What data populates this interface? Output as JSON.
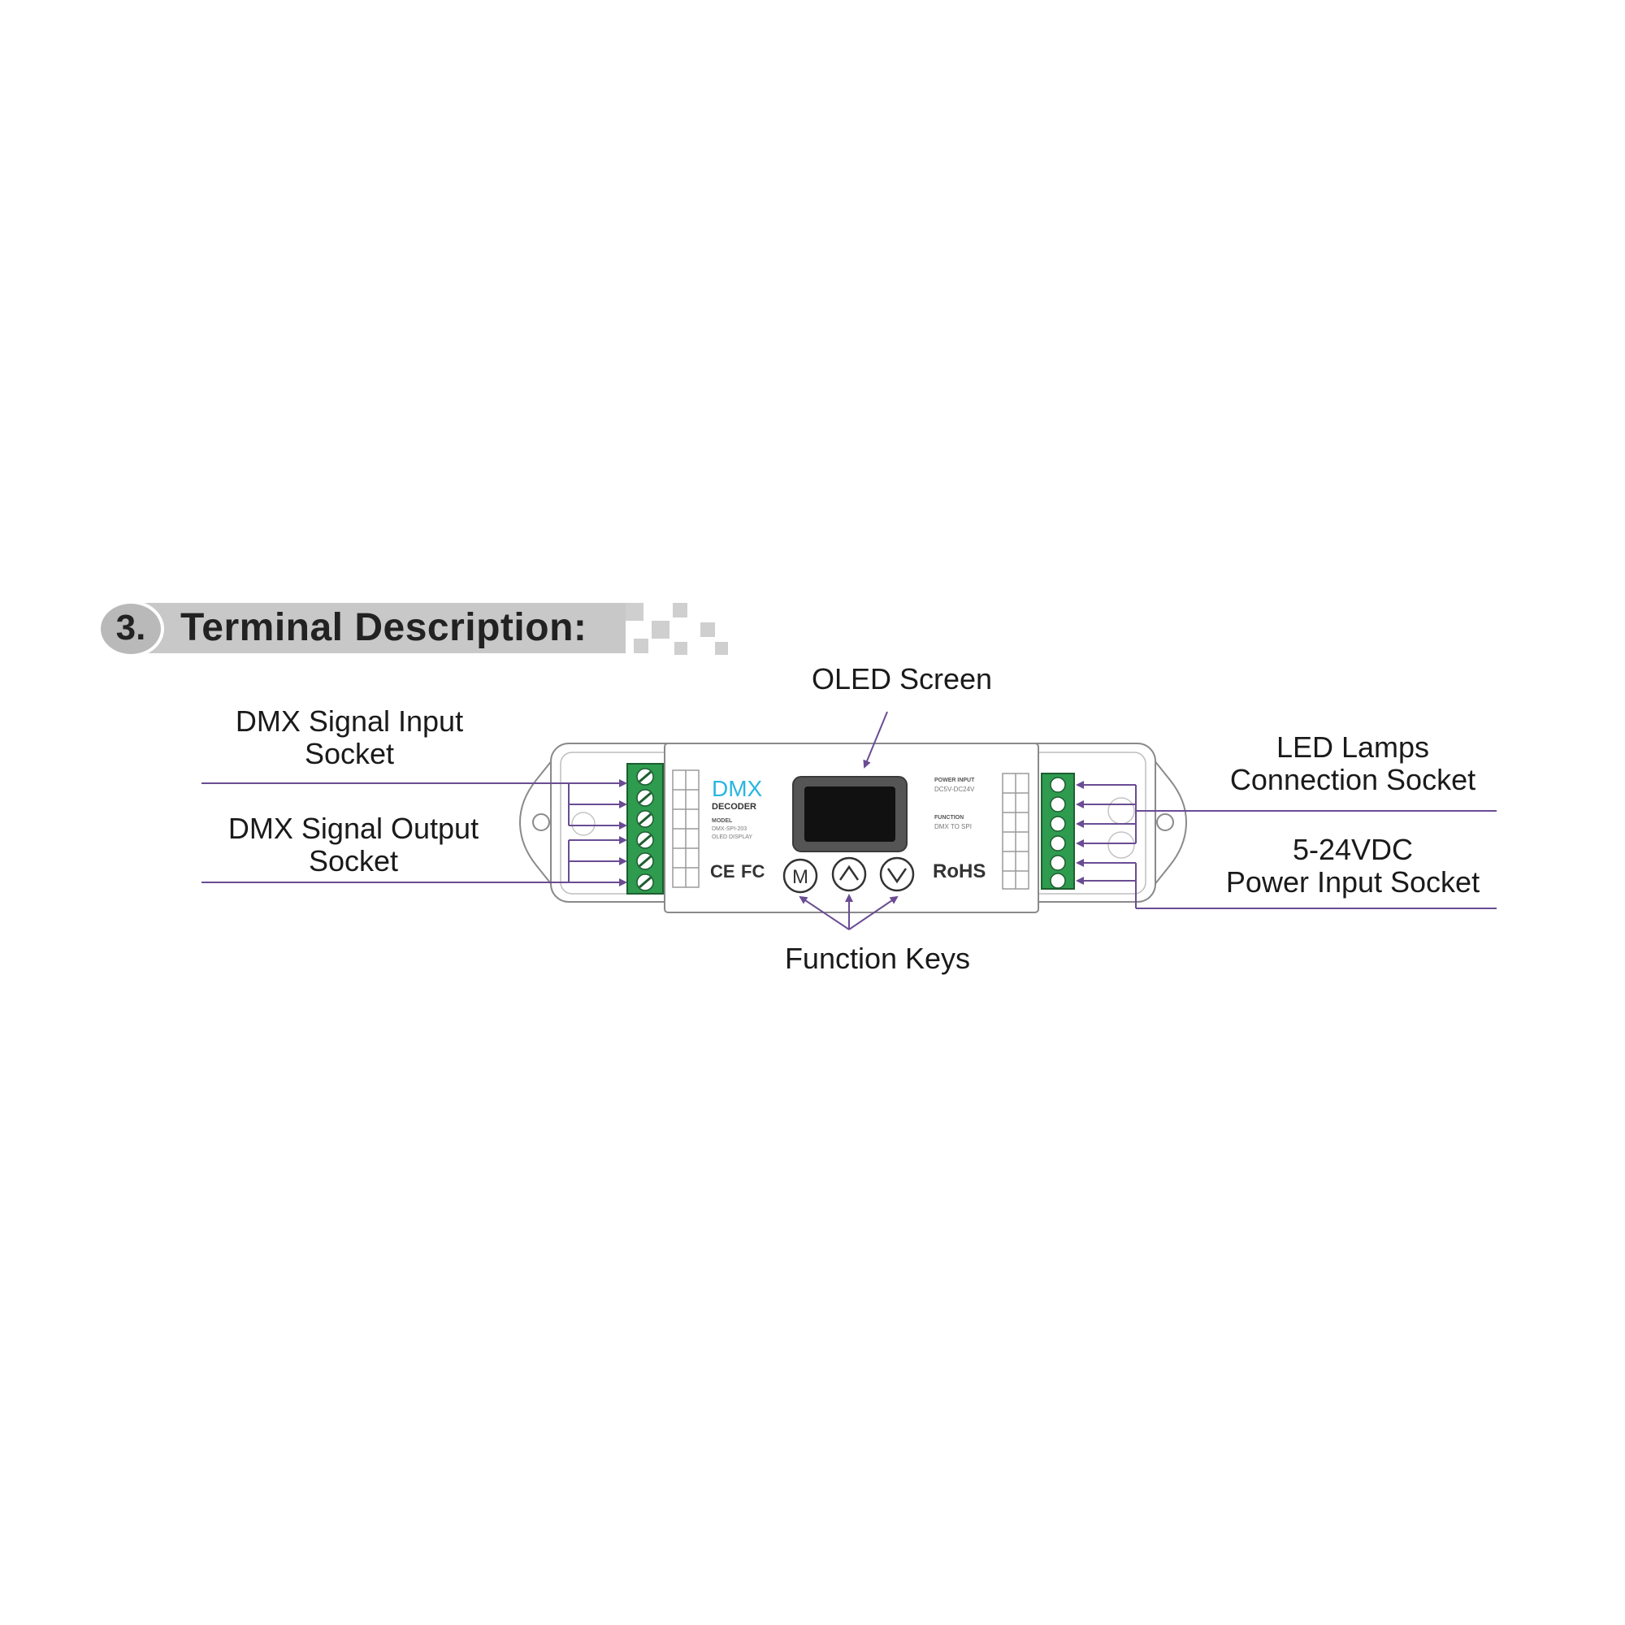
{
  "header": {
    "number": "3.",
    "title": "Terminal Description:"
  },
  "labels": {
    "oled_screen": "OLED Screen",
    "dmx_input_line1": "DMX Signal Input",
    "dmx_input_line2": "Socket",
    "dmx_output_line1": "DMX Signal Output",
    "dmx_output_line2": "Socket",
    "led_lamps_line1": "LED Lamps",
    "led_lamps_line2": "Connection Socket",
    "power_line1": "5-24VDC",
    "power_line2": "Power Input Socket",
    "function_keys": "Function Keys"
  },
  "device": {
    "brand_line1": "DMX",
    "brand_line2": "DECODER",
    "model_label": "MODEL",
    "model_value": "DMX-SPI-203",
    "display_type": "OLED DISPLAY",
    "cert_ce": "CE",
    "cert_fc": "FC",
    "rohs": "RoHS",
    "power_input_label": "POWER INPUT",
    "power_input_value": "DC5V-DC24V",
    "function_label": "FUNCTION",
    "function_value": "DMX TO SPI",
    "key_m": "M"
  },
  "colors": {
    "callout_line": "#6a4c93",
    "terminal_green": "#2e9b4f",
    "brand_cyan": "#29b6e0",
    "header_bar": "#c8c8c8"
  }
}
